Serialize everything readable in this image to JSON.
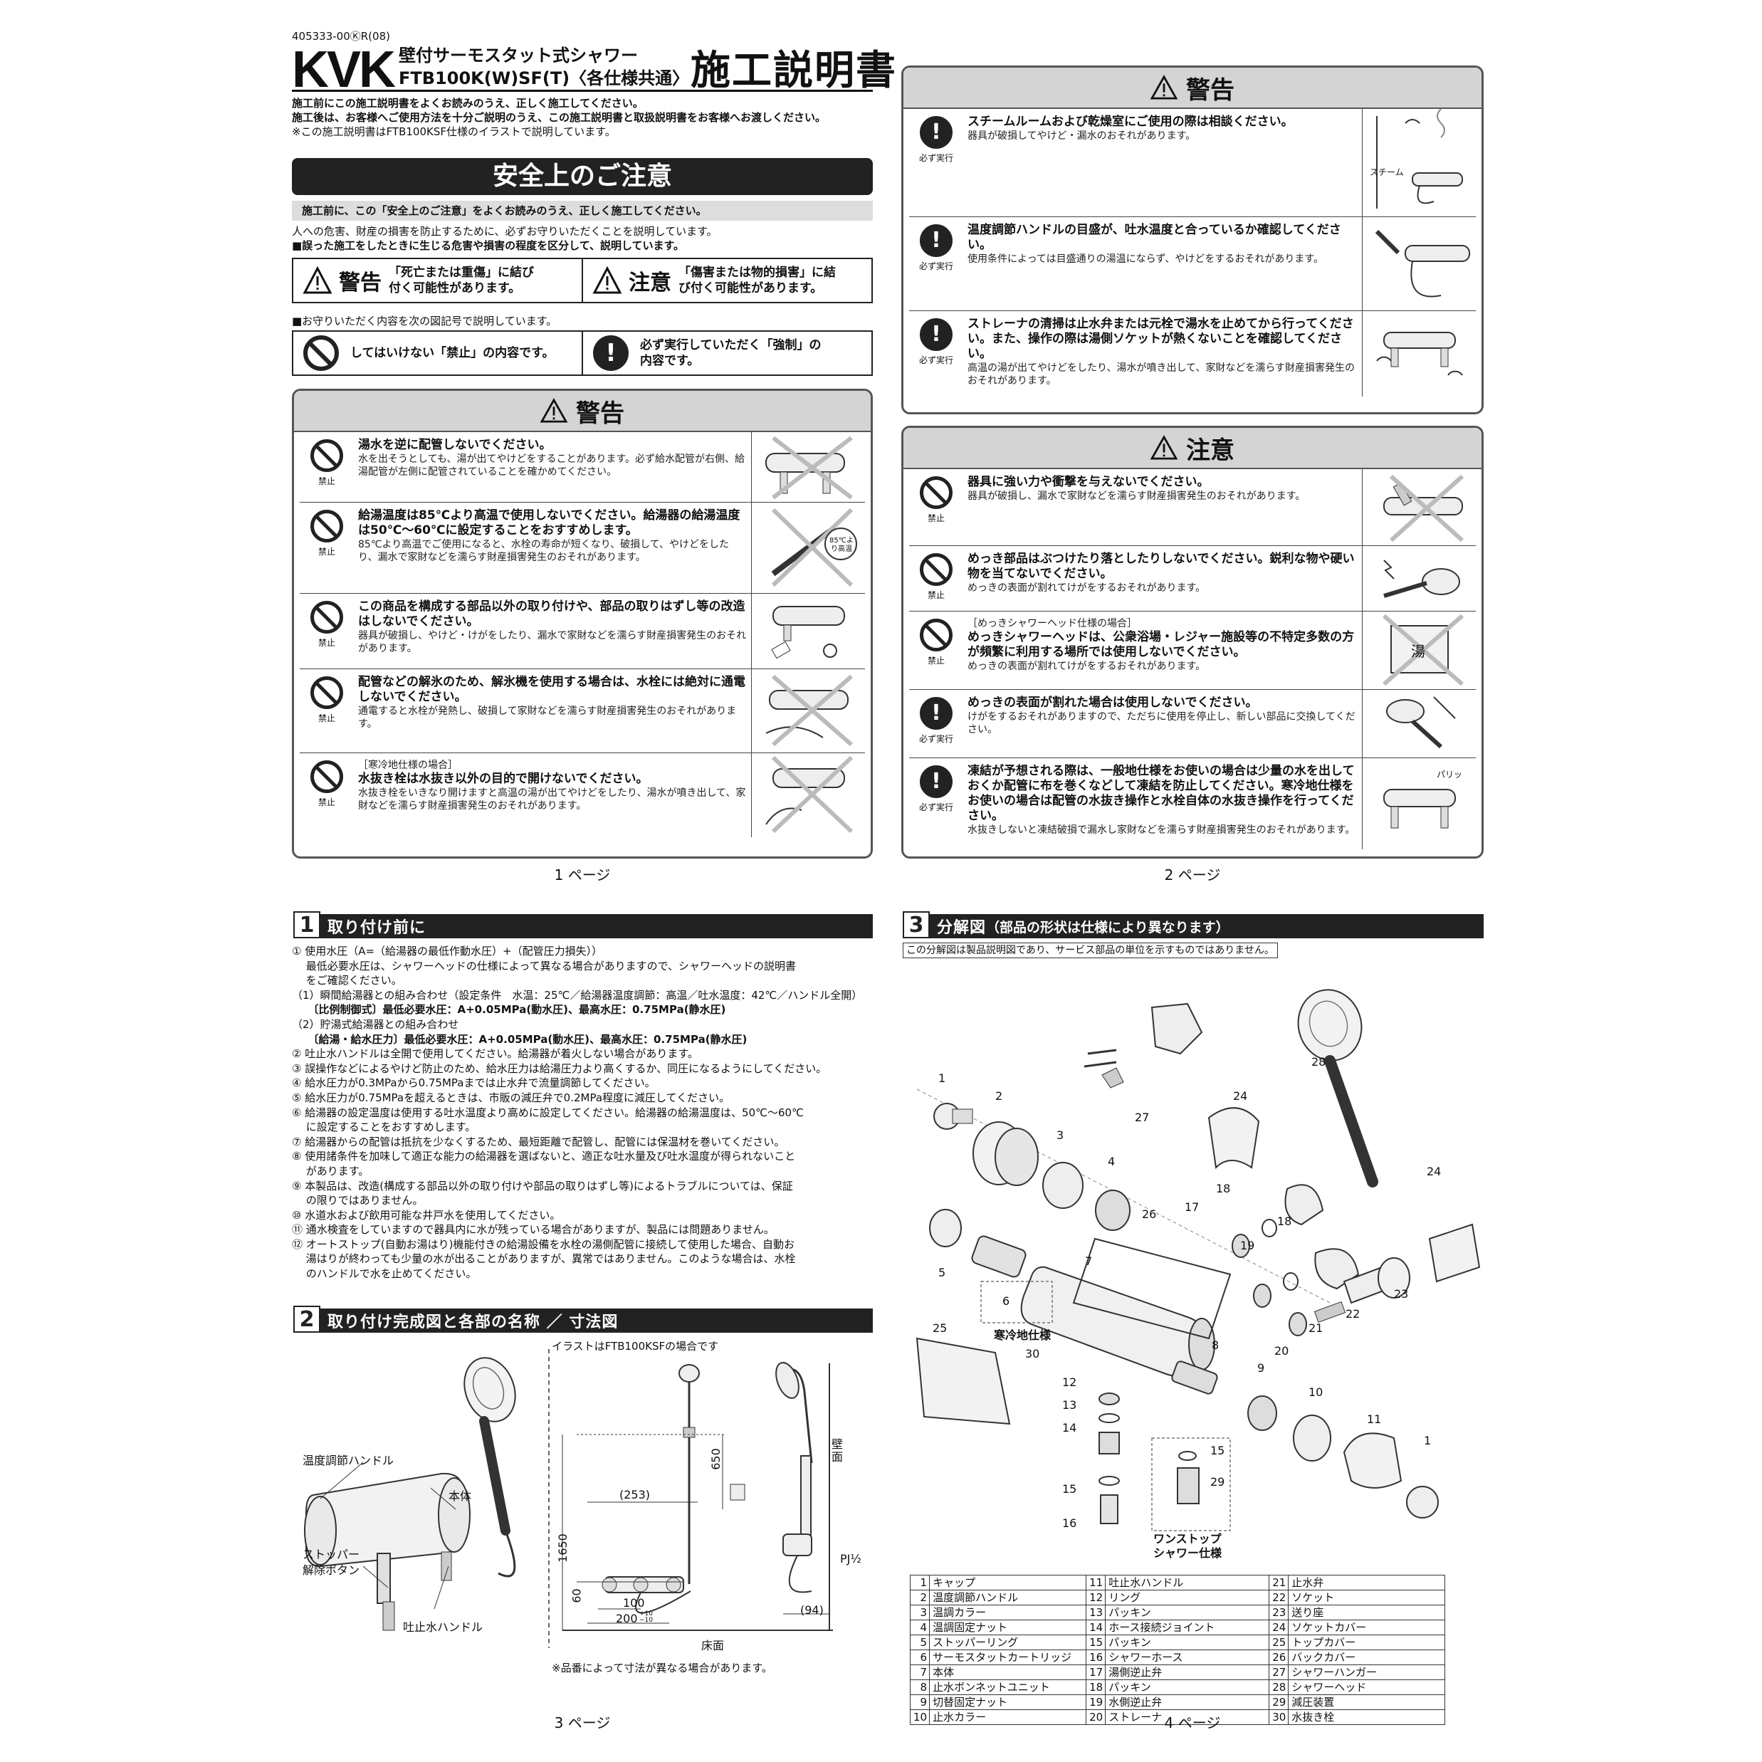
{
  "header": {
    "doc_number": "405333-00ⓀR(08)",
    "logo": "KVK",
    "product_line1": "壁付サーモスタット式シャワー",
    "product_line2": "FTB100K(W)SF(T)〈各仕様共通〉",
    "doc_title": "施工説明書",
    "intro": [
      "施工前にこの施工説明書をよくお読みのうえ、正しく施工してください。",
      "施工後は、お客様へご使用方法を十分ご説明のうえ、この施工説明書と取扱説明書をお客様へお渡しください。",
      "※この施工説明書はFTB100KSF仕様のイラストで説明しています。"
    ]
  },
  "safety": {
    "title": "安全上のご注意",
    "bar": "施工前に、この「安全上のご注意」をよくお読みのうえ、正しく施工してください。",
    "line1": "人への危害、財産の損害を防止するために、必ずお守りいただくことを説明しています。",
    "line2": "■誤った施工をしたときに生じる危害や損害の程度を区分して、説明しています。",
    "warning_label": "警告",
    "warning_desc": "「死亡または重傷」に結び付く可能性があります。",
    "caution_label": "注意",
    "caution_desc": "「傷害または物的損害」に結び付く可能性があります。",
    "line3": "■お守りいただく内容を次の図記号で説明しています。",
    "prohibit_desc": "してはいけない「禁止」の内容です。",
    "mandatory_desc": "必ず実行していただく「強制」の内容です。"
  },
  "labels": {
    "prohibit": "禁止",
    "must": "必ず実行"
  },
  "page1_warning": {
    "head": "警告",
    "rows": [
      {
        "type": "prohibit",
        "title": "湯水を逆に配管しないでください。",
        "sub": "水を出そうとしても、湯が出てやけどをすることがあります。必ず給水配管が右側、給湯配管が左側に配管されていることを確かめてください。"
      },
      {
        "type": "prohibit",
        "title": "給湯温度は85℃より高温で使用しないでください。給湯器の給湯温度は50℃〜60℃に設定することをおすすめします。",
        "sub": "85℃より高温でご使用になると、水栓の寿命が短くなり、破損して、やけどをしたり、漏水で家財などを濡らす財産損害発生のおそれがあります。",
        "ill_text": "85℃より高温"
      },
      {
        "type": "prohibit",
        "title": "この商品を構成する部品以外の取り付けや、部品の取りはずし等の改造はしないでください。",
        "sub": "器具が破損し、やけど・けがをしたり、漏水で家財などを濡らす財産損害発生のおそれがあります。"
      },
      {
        "type": "prohibit",
        "title": "配管などの解氷のため、解氷機を使用する場合は、水栓には絶対に通電しないでください。",
        "sub": "通電すると水栓が発熱し、破損して家財などを濡らす財産損害発生のおそれがあります。"
      },
      {
        "type": "prohibit",
        "pre": "［寒冷地仕様の場合］",
        "title": "水抜き栓は水抜き以外の目的で開けないでください。",
        "sub": "水抜き栓をいきなり開けますと高温の湯が出てやけどをしたり、湯水が噴き出して、家財などを濡らす財産損害発生のおそれがあります。"
      }
    ]
  },
  "page2_warning": {
    "head": "警告",
    "rows": [
      {
        "type": "must",
        "title": "スチームルームおよび乾燥室にご使用の際は相談ください。",
        "sub": "器具が破損してやけど・漏水のおそれがあります。",
        "ill_text": "スチーム"
      },
      {
        "type": "must",
        "title": "温度調節ハンドルの目盛が、吐水温度と合っているか確認してください。",
        "sub": "使用条件によっては目盛通りの湯温にならず、やけどをするおそれがあります。"
      },
      {
        "type": "must",
        "title": "ストレーナの清掃は止水弁または元栓で湯水を止めてから行ってください。また、操作の際は湯側ソケットが熱くないことを確認してください。",
        "sub": "高温の湯が出てやけどをしたり、湯水が噴き出して、家財などを濡らす財産損害発生のおそれがあります。"
      }
    ]
  },
  "page2_caution": {
    "head": "注意",
    "rows": [
      {
        "type": "prohibit",
        "title": "器具に強い力や衝撃を与えないでください。",
        "sub": "器具が破損し、漏水で家財などを濡らす財産損害発生のおそれがあります。"
      },
      {
        "type": "prohibit",
        "title": "めっき部品はぶつけたり落としたりしないでください。鋭利な物や硬い物を当てないでください。",
        "sub": "めっきの表面が割れてけがをするおそれがあります。"
      },
      {
        "type": "prohibit",
        "pre": "［めっきシャワーヘッド仕様の場合］",
        "title": "めっきシャワーヘッドは、公衆浴場・レジャー施設等の不特定多数の方が頻繁に利用する場所では使用しないでください。",
        "sub": "めっきの表面が割れてけがをするおそれがあります。",
        "ill_text": "湯"
      },
      {
        "type": "must",
        "title": "めっきの表面が割れた場合は使用しないでください。",
        "sub": "けがをするおそれがありますので、ただちに使用を停止し、新しい部品に交換してください。"
      },
      {
        "type": "must",
        "title": "凍結が予想される際は、一般地仕様をお使いの場合は少量の水を出しておくか配管に布を巻くなどして凍結を防止してください。寒冷地仕様をお使いの場合は配管の水抜き操作と水栓自体の水抜き操作を行ってください。",
        "sub": "水抜きしないと凍結破損で漏水し家財などを濡らす財産損害発生のおそれがあります。",
        "ill_text": "パリッ"
      }
    ]
  },
  "page_labels": [
    "1 ページ",
    "2 ページ",
    "3 ページ",
    "4 ページ"
  ],
  "sec1": {
    "num": "1",
    "title": "取り付け前に",
    "lines": [
      "① 使用水圧（A=（給湯器の最低作動水圧）+（配管圧力損失））",
      "　 最低必要水圧は、シャワーヘッドの仕様によって異なる場合がありますので、シャワーヘッドの説明書",
      "　 をご確認ください。",
      "（1）瞬間給湯器との組み合わせ（設定条件　水温：25℃／給湯器温度調節：高温／吐水温度：42℃／ハンドル全開）",
      "　　〔比例制御式〕最低必要水圧：A+0.05MPa(動水圧)、最高水圧：0.75MPa(静水圧)",
      "（2）貯湯式給湯器との組み合わせ",
      "　　〔給湯・給水圧力〕最低必要水圧：A+0.05MPa(動水圧)、最高水圧：0.75MPa(静水圧)",
      "② 吐止水ハンドルは全開で使用してください。給湯器が着火しない場合があります。",
      "③ 誤操作などによるやけど防止のため、給水圧力は給湯圧力より高くするか、同圧になるようにしてください。",
      "④ 給水圧力が0.3MPaから0.75MPaまでは止水弁で流量調節してください。",
      "⑤ 給水圧力が0.75MPaを超えるときは、市販の減圧弁で0.2MPa程度に減圧してください。",
      "⑥ 給湯器の設定温度は使用する吐水温度より高めに設定してください。給湯器の給湯温度は、50℃〜60℃",
      "　 に設定することをおすすめします。",
      "⑦ 給湯器からの配管は抵抗を少なくするため、最短距離で配管し、配管には保温材を巻いてください。",
      "⑧ 使用諸条件を加味して適正な能力の給湯器を選ばないと、適正な吐水量及び吐水温度が得られないこと",
      "　 があります。",
      "⑨ 本製品は、改造(構成する部品以外の取り付けや部品の取りはずし等)によるトラブルについては、保証",
      "　 の限りではありません。",
      "⑩ 水道水および飲用可能な井戸水を使用してください。",
      "⑪ 通水検査をしていますので器具内に水が残っている場合がありますが、製品には問題ありません。",
      "⑫ オートストップ(自動お湯はり)機能付きの給湯設備を水栓の湯側配管に接続して使用した場合、自動お",
      "　 湯はりが終わっても少量の水が出ることがありますが、異常ではありません。このような場合は、水栓",
      "　 のハンドルで水を止めてください。"
    ]
  },
  "sec2": {
    "num": "2",
    "title": "取り付け完成図と各部の名称 ／ 寸法図",
    "note_top": "イラストはFTB100KSFの場合です",
    "callouts": {
      "temp_handle": "温度調節ハンドル",
      "body": "本体",
      "stopper": "ストッパー",
      "stopper2": "解除ボタン",
      "flow_handle": "吐止水ハンドル"
    },
    "dims": {
      "d650": "650",
      "d1650": "1650",
      "d253": "(253)",
      "d60": "60",
      "d100": "100",
      "d200": "200",
      "tol": "+10 −10",
      "d94": "(94)",
      "pj": "PJ½",
      "wall": "壁面",
      "floor": "床面"
    },
    "note_bottom": "※品番によって寸法が異なる場合があります。"
  },
  "sec3": {
    "num": "3",
    "title": "分解図",
    "title_note": "（部品の形状は仕様により異なります）",
    "boxnote": "この分解図は製品説明図であり、サービス部品の単位を示すものではありません。",
    "cold_label": "寒冷地仕様",
    "onestop_label1": "ワンストップ",
    "onestop_label2": "シャワー仕様",
    "callouts": [
      "1",
      "2",
      "3",
      "4",
      "5",
      "6",
      "7",
      "8",
      "9",
      "10",
      "11",
      "12",
      "13",
      "14",
      "15",
      "16",
      "17",
      "18",
      "19",
      "20",
      "21",
      "22",
      "23",
      "24",
      "25",
      "26",
      "27",
      "28",
      "29",
      "30"
    ],
    "parts": [
      {
        "n": "1",
        "name": "キャップ"
      },
      {
        "n": "2",
        "name": "温度調節ハンドル"
      },
      {
        "n": "3",
        "name": "温調カラー"
      },
      {
        "n": "4",
        "name": "温調固定ナット"
      },
      {
        "n": "5",
        "name": "ストッパーリング"
      },
      {
        "n": "6",
        "name": "サーモスタットカートリッジ"
      },
      {
        "n": "7",
        "name": "本体"
      },
      {
        "n": "8",
        "name": "止水ボンネットユニット"
      },
      {
        "n": "9",
        "name": "切替固定ナット"
      },
      {
        "n": "10",
        "name": "止水カラー"
      },
      {
        "n": "11",
        "name": "吐止水ハンドル"
      },
      {
        "n": "12",
        "name": "リング"
      },
      {
        "n": "13",
        "name": "パッキン"
      },
      {
        "n": "14",
        "name": "ホース接続ジョイント"
      },
      {
        "n": "15",
        "name": "パッキン"
      },
      {
        "n": "16",
        "name": "シャワーホース"
      },
      {
        "n": "17",
        "name": "湯側逆止弁"
      },
      {
        "n": "18",
        "name": "パッキン"
      },
      {
        "n": "19",
        "name": "水側逆止弁"
      },
      {
        "n": "20",
        "name": "ストレーナ"
      },
      {
        "n": "21",
        "name": "止水弁"
      },
      {
        "n": "22",
        "name": "ソケット"
      },
      {
        "n": "23",
        "name": "送り座"
      },
      {
        "n": "24",
        "name": "ソケットカバー"
      },
      {
        "n": "25",
        "name": "トップカバー"
      },
      {
        "n": "26",
        "name": "バックカバー"
      },
      {
        "n": "27",
        "name": "シャワーハンガー"
      },
      {
        "n": "28",
        "name": "シャワーヘッド"
      },
      {
        "n": "29",
        "name": "減圧装置"
      },
      {
        "n": "30",
        "name": "水抜き栓"
      }
    ]
  }
}
